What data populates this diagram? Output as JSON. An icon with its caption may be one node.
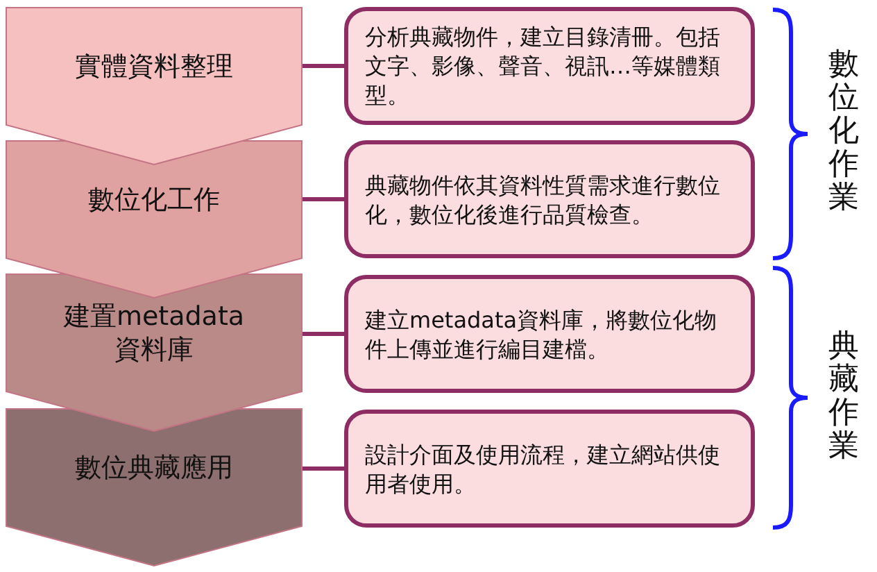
{
  "diagram": {
    "nodes": [
      {
        "text": [
          "實體資料整理"
        ]
      },
      {
        "text": [
          "數位化工作"
        ]
      },
      {
        "text": [
          "建置metadata資料庫"
        ]
      },
      {
        "text": [
          "數位典藏應用"
        ]
      },
      {
        "text": [
          "分析典藏物件，建立目錄清冊。包括文字、影像、聲音、視訊…等媒體類型。"
        ]
      },
      {
        "text": [
          "典藏物件依其資料性質需求進行數位化，數位化後進行品質檢查。"
        ]
      },
      {
        "text": [
          "建立metadata資料庫，將數位化物件上傳並進行編目建檔。"
        ]
      },
      {
        "text": [
          "設計介面及使用流程，建立網站供使用者使用。"
        ]
      }
    ],
    "edges": [
      {
        "from": 0,
        "to": 4,
        "arrow": "none"
      },
      {
        "from": 1,
        "to": 5,
        "arrow": "none"
      },
      {
        "from": 2,
        "to": 6,
        "arrow": "none"
      },
      {
        "from": 3,
        "to": 7,
        "arrow": "none"
      }
    ],
    "labels": [
      "數位化作業",
      "典藏作業"
    ]
  }
}
